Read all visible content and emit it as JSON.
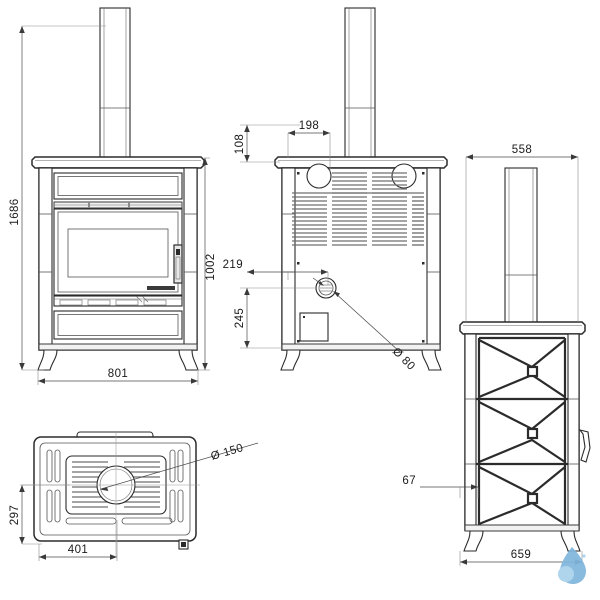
{
  "document": {
    "type": "technical-drawing",
    "subject": "wood stove / cooker dimensional drawing",
    "units": "mm",
    "background_color": "#ffffff",
    "line_color": "#2b2b2b"
  },
  "views": {
    "front": {
      "name": "front-elevation"
    },
    "rear": {
      "name": "rear-elevation"
    },
    "side": {
      "name": "side-elevation"
    },
    "plan": {
      "name": "top-plan-view"
    }
  },
  "dimensions": {
    "front_height_total": "1686",
    "front_body_height": "1002",
    "front_width": "801",
    "rear_flue_offset_top": "108",
    "rear_flue_offset_side": "198",
    "rear_outlet_offset_side": "219",
    "rear_outlet_height": "245",
    "rear_outlet_diameter": "Ø 80",
    "side_top_depth": "558",
    "side_bottom_depth": "659",
    "side_offset": "67",
    "plan_depth": "297",
    "plan_width": "401",
    "plan_flue_diameter": "Ø 150"
  },
  "watermark": {
    "name": "droplet-logo",
    "color": "#7fb6dd",
    "accent": "#a9d2ec"
  }
}
